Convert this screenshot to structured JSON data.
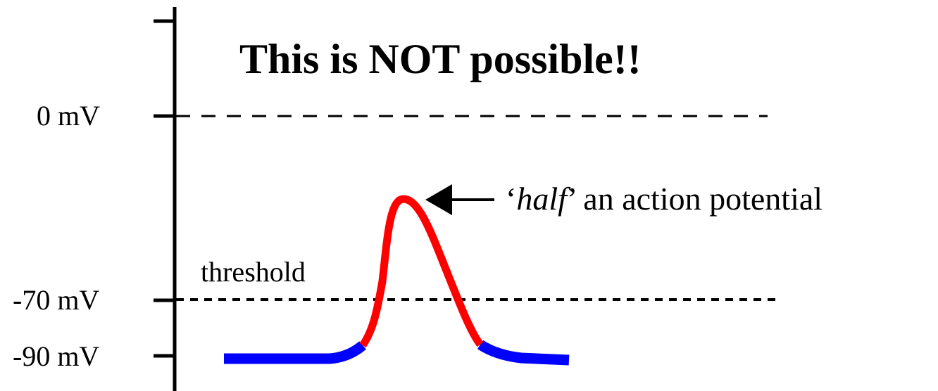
{
  "title": "This is NOT possible!!",
  "axis": {
    "ticks": [
      {
        "label": "0 mV",
        "line_style": "dashed"
      },
      {
        "label": "-70 mV",
        "line_style": "dotted"
      },
      {
        "label": "-90 mV",
        "line_style": "none"
      }
    ]
  },
  "threshold_label": "threshold",
  "annotation": {
    "open_quote": "‘",
    "italic_word": "half",
    "close_quote": "’",
    "rest": " an action potential"
  },
  "colors": {
    "resting_segments": "#0000ff",
    "spike_segment": "#ff0000",
    "axis": "#000000"
  }
}
